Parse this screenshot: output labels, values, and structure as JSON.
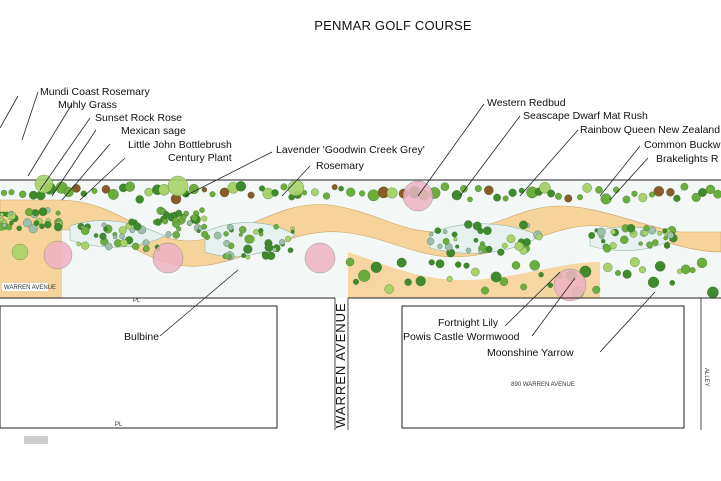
{
  "title": "PENMAR GOLF COURSE",
  "street_label": "WARREN AVENUE",
  "address_label": "890 WARREN AVENUE",
  "alley_label": "ALLEY",
  "small_left_label": "WARREN AVENUE",
  "pl_left": "PL",
  "pl_bottom": "PL",
  "plant_labels": {
    "mundi_coast_rosemary": "Mundi Coast Rosemary",
    "muhly_grass": "Muhly Grass",
    "sunset_rock_rose": "Sunset Rock Rose",
    "mexican_sage": "Mexican sage",
    "little_john_bottlebrush": "Little John Bottlebrush",
    "century_plant": "Century Plant",
    "lavender": "Lavender 'Goodwin Creek Grey'",
    "rosemary": "Rosemary",
    "western_redbud": "Western Redbud",
    "seascape_dwarf_mat_rush": "Seascape Dwarf Mat Rush",
    "rainbow_queen": "Rainbow Queen New Zealand",
    "common_buckwheat": "Common Buckw",
    "brakelights": "Brakelights R",
    "bulbine": "Bulbine",
    "fortnight_lily": "Fortnight Lily",
    "powis_castle": "Powis Castle Wormwood",
    "moonshine_yarrow": "Moonshine Yarrow"
  },
  "colors": {
    "path": "#f6d39a",
    "bed": "#eef6f6",
    "dark_green": "#3f8a2c",
    "mid_green": "#6cae3e",
    "light_green": "#a9d36a",
    "redbud": "#efb2c4",
    "brown": "#8a5a2b",
    "line": "#222222"
  }
}
